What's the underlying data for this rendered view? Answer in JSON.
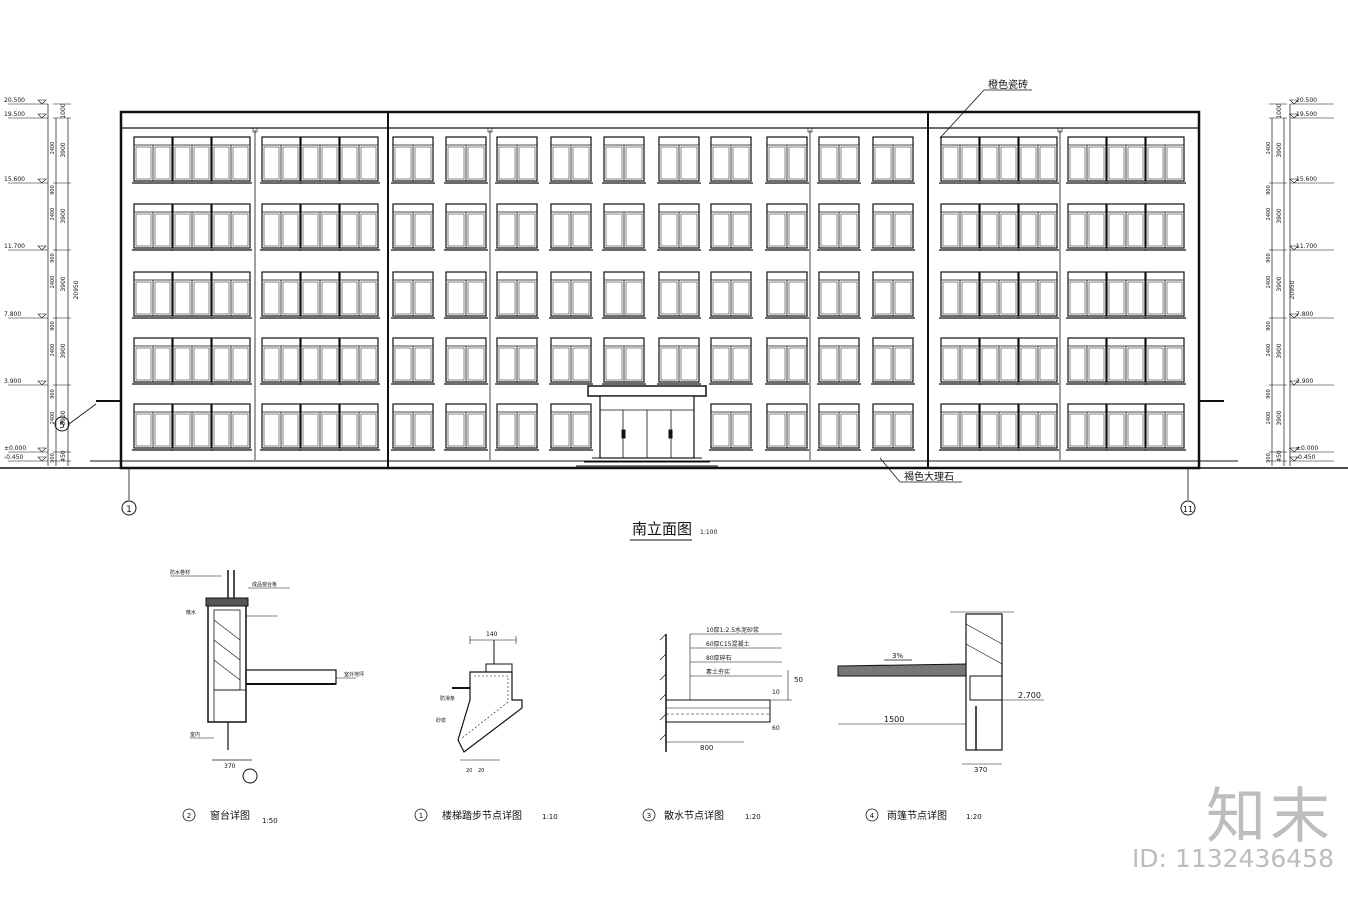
{
  "elevation": {
    "title": "南立面图",
    "scale": "1:100",
    "notes": {
      "top": "橙色瓷砖",
      "bottom": "褐色大理石"
    },
    "axis_left": "1",
    "axis_right": "11",
    "callout": "5",
    "levels": [
      "20.500",
      "19.500",
      "15.600",
      "11.700",
      "7.800",
      "3.900",
      "±0.000",
      "-0.450"
    ],
    "dims_story": [
      "1000",
      "3900",
      "3900",
      "3900",
      "3900",
      "3900",
      "450"
    ],
    "dims_inner": [
      "2400",
      "900",
      "2400",
      "900",
      "2400",
      "900",
      "2400",
      "900",
      "2400",
      "900"
    ],
    "dims_total": "20950"
  },
  "details": [
    {
      "num": "2",
      "title": "窗台详图",
      "scale": "1:50",
      "dims": [
        "370"
      ],
      "labels": [
        "防水卷材",
        "成品窗台板",
        "散水",
        "室外地坪",
        "室内"
      ]
    },
    {
      "num": "1",
      "title": "楼梯踏步节点详图",
      "scale": "1:10",
      "dims": [
        "140",
        "20",
        "20"
      ],
      "labels": [
        "防滑条",
        "砂浆"
      ]
    },
    {
      "num": "3",
      "title": "散水节点详图",
      "scale": "1:20",
      "dims": [
        "800",
        "50",
        "10",
        "60"
      ],
      "labels": [
        "10厚1:2.5水泥砂浆",
        "60厚C15混凝土",
        "80厚碎石",
        "素土夯实"
      ]
    },
    {
      "num": "4",
      "title": "雨篷节点详图",
      "scale": "1:20",
      "dims": [
        "1500",
        "370",
        "3%",
        "2.700"
      ],
      "labels": []
    }
  ],
  "watermark": {
    "logo": "知末",
    "id": "ID: 1132436458"
  }
}
